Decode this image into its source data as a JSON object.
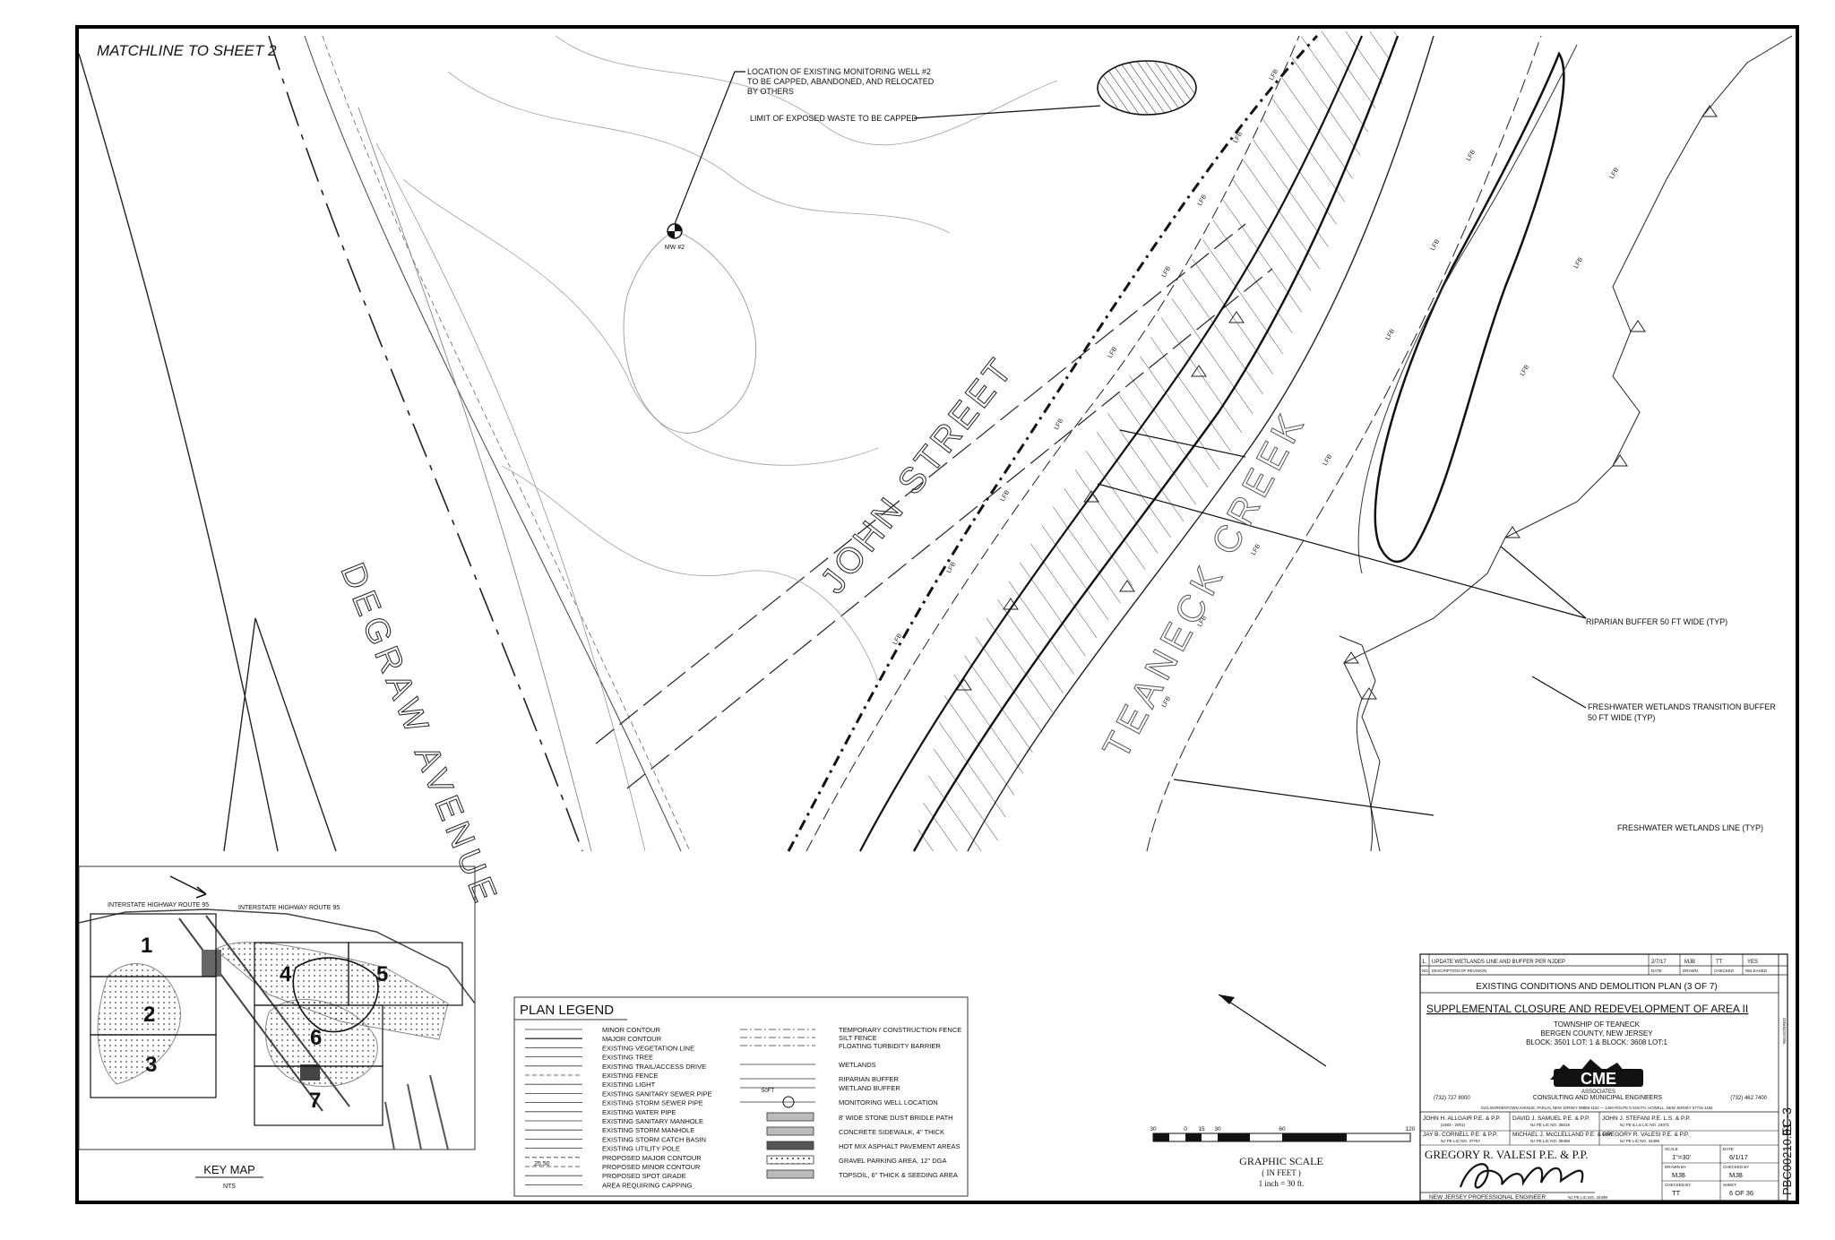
{
  "sheet": {
    "matchline": "MATCHLINE TO SHEET 2"
  },
  "callouts": {
    "monitoring_well": [
      "LOCATION OF EXISTING MONITORING WELL #2",
      "TO BE CAPPED, ABANDONED, AND RELOCATED",
      "BY OTHERS"
    ],
    "exposed_waste": "LIMIT OF EXPOSED WASTE TO BE CAPPED",
    "mw_label": "MW #2",
    "riparian_buffer": "RIPARIAN BUFFER 50 FT WIDE (TYP)",
    "transition_buffer": [
      "FRESHWATER WETLANDS TRANSITION BUFFER",
      "50 FT WIDE (TYP)"
    ],
    "wetlands_line": "FRESHWATER WETLANDS LINE (TYP)",
    "lfb_tag": "LFB"
  },
  "streets": {
    "degraw": "DEGRAW AVENUE",
    "john": "JOHN STREET",
    "creek": "TEANECK CREEK"
  },
  "key_map": {
    "title": "KEY MAP",
    "scale": "NTS",
    "highway_left": "INTERSTATE HIGHWAY ROUTE 95",
    "highway_right": "INTERSTATE HIGHWAY ROUTE 95",
    "areas": [
      "1",
      "2",
      "3",
      "4",
      "5",
      "6",
      "7"
    ]
  },
  "legend": {
    "title": "PLAN LEGEND",
    "left_items": [
      "MINOR CONTOUR",
      "MAJOR CONTOUR",
      "EXISTING VEGETATION LINE",
      "EXISTING TREE",
      "EXISTING TRAIL/ACCESS DRIVE",
      "EXISTING FENCE",
      "EXISTING LIGHT",
      "EXISTING SANITARY SEWER PIPE",
      "EXISTING STORM SEWER PIPE",
      "EXISTING WATER PIPE",
      "EXISTING SANITARY MANHOLE",
      "EXISTING STORM MANHOLE",
      "EXISTING STORM CATCH BASIN",
      "EXISTING UTILITY POLE",
      "PROPOSED MAJOR CONTOUR",
      "PROPOSED MINOR CONTOUR",
      "PROPOSED SPOT GRADE",
      "AREA REQUIRING CAPPING"
    ],
    "right_items": [
      "TEMPORARY CONSTRUCTION FENCE",
      "SILT FENCE",
      "FLOATING TURBIDITY BARRIER",
      "WETLANDS",
      "RIPARIAN BUFFER",
      "WETLAND BUFFER",
      "MONITORING WELL LOCATION",
      "8' WIDE STONE DUST BRIDLE PATH",
      "CONCRETE SIDEWALK, 4\" THICK",
      "HOT MIX ASPHALT PAVEMENT AREAS",
      "GRAVEL PARKING AREA, 12\" DGA",
      "TOPSOIL, 6\" THICK & SEEDING AREA"
    ],
    "spot_grade": "25.50",
    "buffer_tag": "50FT"
  },
  "graphic_scale": {
    "title": "GRAPHIC SCALE",
    "units": "( IN FEET )",
    "ratio": "1 inch = 30 ft.",
    "ticks": [
      "30",
      "0",
      "15",
      "30",
      "60",
      "120"
    ]
  },
  "title_block": {
    "revision_no": "1.",
    "revision_desc": "UPDATE WETLANDS LINE AND BUFFER PER NJDEP",
    "revision_date": "2/7/17",
    "revision_drawn": "MJB",
    "revision_checked": "TT",
    "revision_released": "YES",
    "rev_headers": [
      "NO.",
      "DESCRIPTION OF REVISION",
      "DATE",
      "DRAWN",
      "CHECKED",
      "RELEASED"
    ],
    "plan_name": "EXISTING CONDITIONS AND DEMOLITION PLAN (3 OF 7)",
    "project": "SUPPLEMENTAL CLOSURE AND REDEVELOPMENT OF AREA II",
    "township": "TOWNSHIP OF TEANECK",
    "county": "BERGEN COUNTY, NEW JERSEY",
    "block_lot": "BLOCK: 3501 LOT: 1 & BLOCK: 3608 LOT:1",
    "logo": "CME",
    "logo_sub": "ASSOCIATES",
    "firm": "CONSULTING AND MUNICIPAL ENGINEERS",
    "phone_left": "(732) 727 8000",
    "phone_right": "(732) 462 7400",
    "address": "3141 BORDENTOWN AVENUE, PARLIN, NEW JERSEY 08859-1162 — 1460 ROUTE 9 SOUTH, HOWELL, NEW JERSEY 07731-1194",
    "engineers": [
      {
        "name": "JOHN H. ALLGAIR P.E. & P.P.",
        "lic": "(1983 - 2001)"
      },
      {
        "name": "DAVID J. SAMUEL P.E. & P.P.",
        "lic": "NJ PE LIC NO. 36616"
      },
      {
        "name": "JOHN J. STEFANI P.E. L.S. & P.P.",
        "lic": "NJ PE & LS LIC NO. 24071"
      },
      {
        "name": "JAY B. CORNELL P.E. & P.P.",
        "lic": "NJ PE LIC NO. 37767"
      },
      {
        "name": "MICHAEL J. McCLELLAND P.E. & P.P.",
        "lic": "NJ PE LIC NO. 38468"
      },
      {
        "name": "GREGORY R. VALESI P.E. & P.P.",
        "lic": "NJ PE LIC NO. 34499"
      }
    ],
    "signer": "GREGORY R. VALESI P.E. & P.P.",
    "signer_title": "NEW JERSEY PROFESSIONAL ENGINEER",
    "signer_lic": "NJ PE LIC NO. 34499",
    "scale_label": "SCALE",
    "scale_value": "1\"=30'",
    "date_label": "DATE",
    "date_value": "6/1/17",
    "drawn_label": "DRAWN BY",
    "drawn_value": "MJB",
    "checked_label": "CHECKED BY",
    "checked_value": "MJB",
    "checked2_label": "CHECKED BY",
    "checked2_value": "TT",
    "sheet_label": "SHEET",
    "sheet_value": "6 OF 36",
    "drawing_no": "EC-3",
    "file_no": "PBC00210.01",
    "registered": "REGISTERED"
  }
}
